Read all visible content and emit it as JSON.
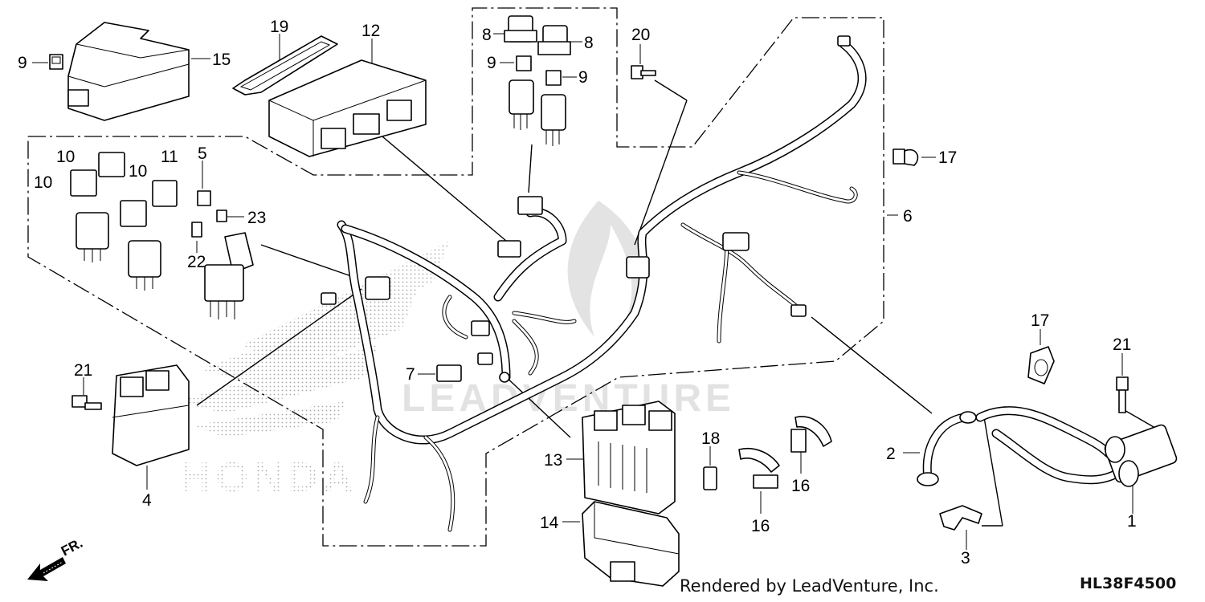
{
  "diagram": {
    "type": "exploded parts diagram (wire harness)",
    "watermark_text": "LEADVENTURE",
    "logo_text": "HONDA",
    "direction_label": "FR.",
    "credit": "Rendered by LeadVenture, Inc.",
    "drawing_code": "HL38F4500",
    "callouts": [
      {
        "id": "c-9-top-left",
        "label": "9"
      },
      {
        "id": "c-15",
        "label": "15"
      },
      {
        "id": "c-19",
        "label": "19"
      },
      {
        "id": "c-12",
        "label": "12"
      },
      {
        "id": "c-8-a",
        "label": "8"
      },
      {
        "id": "c-8-b",
        "label": "8"
      },
      {
        "id": "c-9-a",
        "label": "9"
      },
      {
        "id": "c-9-b",
        "label": "9"
      },
      {
        "id": "c-20",
        "label": "20"
      },
      {
        "id": "c-17-top",
        "label": "17"
      },
      {
        "id": "c-6",
        "label": "6"
      },
      {
        "id": "c-10-a",
        "label": "10"
      },
      {
        "id": "c-10-b",
        "label": "10"
      },
      {
        "id": "c-10-c",
        "label": "10"
      },
      {
        "id": "c-11",
        "label": "11"
      },
      {
        "id": "c-5",
        "label": "5"
      },
      {
        "id": "c-23",
        "label": "23"
      },
      {
        "id": "c-22",
        "label": "22"
      },
      {
        "id": "c-21-left",
        "label": "21"
      },
      {
        "id": "c-4",
        "label": "4"
      },
      {
        "id": "c-7",
        "label": "7"
      },
      {
        "id": "c-13",
        "label": "13"
      },
      {
        "id": "c-14",
        "label": "14"
      },
      {
        "id": "c-18",
        "label": "18"
      },
      {
        "id": "c-16-a",
        "label": "16"
      },
      {
        "id": "c-16-b",
        "label": "16"
      },
      {
        "id": "c-17-right",
        "label": "17"
      },
      {
        "id": "c-21-right",
        "label": "21"
      },
      {
        "id": "c-2",
        "label": "2"
      },
      {
        "id": "c-3",
        "label": "3"
      },
      {
        "id": "c-1",
        "label": "1"
      }
    ]
  }
}
